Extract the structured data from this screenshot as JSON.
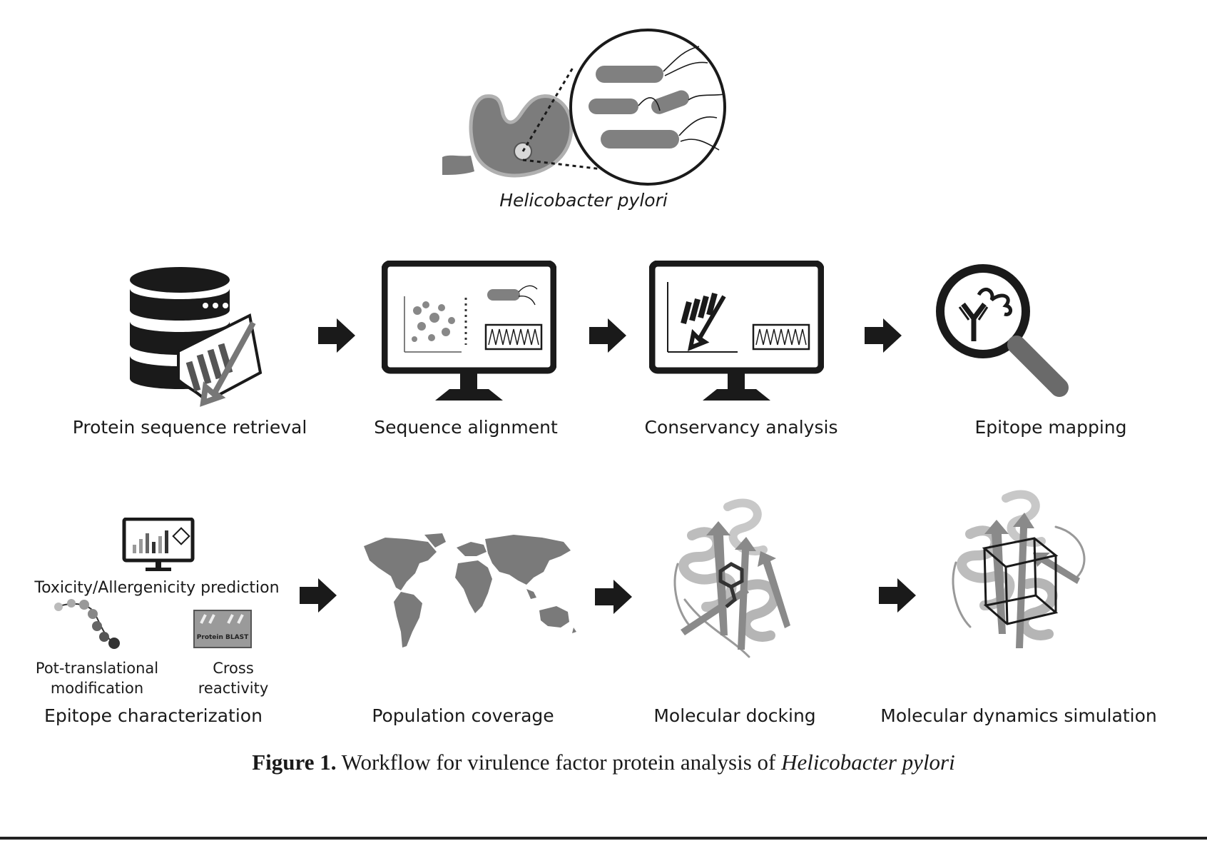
{
  "organism": {
    "label": "Helicobacter pylori"
  },
  "row1": [
    {
      "label": "Protein sequence retrieval",
      "icon": "database-icon"
    },
    {
      "label": "Sequence alignment",
      "icon": "monitor-alignment-icon"
    },
    {
      "label": "Conservancy analysis",
      "icon": "monitor-conservancy-icon"
    },
    {
      "label": "Epitope mapping",
      "icon": "magnifier-antibody-icon"
    }
  ],
  "row2": [
    {
      "label": "Epitope characterization",
      "icon": "characterization-icon"
    },
    {
      "label": "Population coverage",
      "icon": "world-map-icon"
    },
    {
      "label": "Molecular docking",
      "icon": "protein-docking-icon"
    },
    {
      "label": "Molecular dynamics simulation",
      "icon": "protein-simulation-icon"
    }
  ],
  "characterization": {
    "toxicity_label": "Toxicity/Allergenicity prediction",
    "ptm_label": "Pot-translational\nmodification",
    "cross_label": "Cross\nreactivity",
    "blast_text": "Protein BLAST"
  },
  "caption": {
    "prefix": "Figure 1.",
    "text": " Workflow for virulence factor protein analysis of ",
    "organism": "Helicobacter pylori"
  },
  "colors": {
    "ink": "#1a1a1a",
    "grey": "#8a8a8a",
    "light": "#c8c8c8"
  }
}
